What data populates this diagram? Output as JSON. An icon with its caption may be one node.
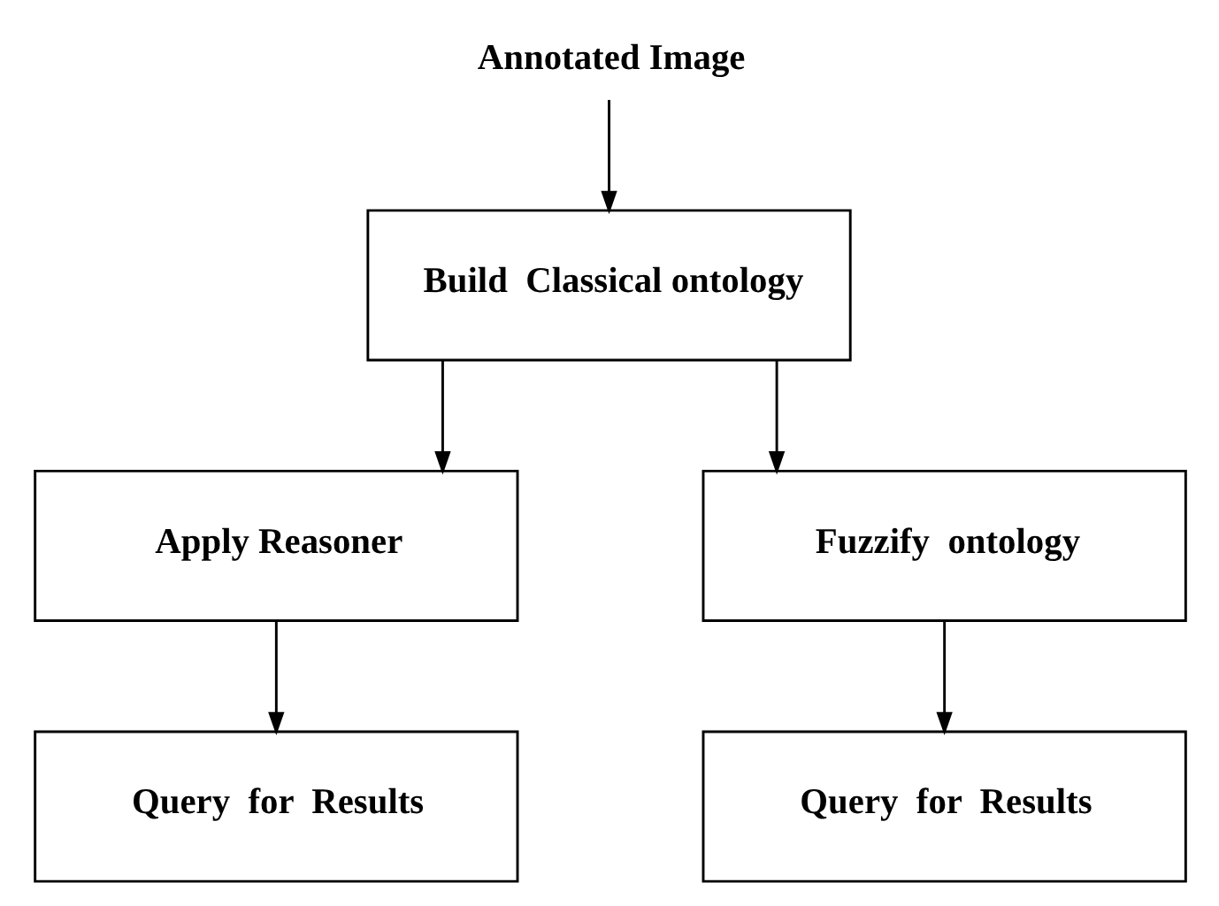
{
  "diagram": {
    "nodes": [
      {
        "text": [
          "Annotated Image"
        ]
      },
      {
        "text": [
          "Build  Classical ontology"
        ]
      },
      {
        "text": [
          "Apply Reasoner"
        ]
      },
      {
        "text": [
          "Fuzzify  ontology"
        ]
      },
      {
        "text": [
          "Query  for  Results"
        ]
      },
      {
        "text": [
          "Query  for  Results"
        ]
      }
    ],
    "edges": [
      {
        "from": 0,
        "to": 1,
        "arrow": "to"
      },
      {
        "from": 1,
        "to": 2,
        "arrow": "to"
      },
      {
        "from": 1,
        "to": 3,
        "arrow": "to"
      },
      {
        "from": 2,
        "to": 4,
        "arrow": "to"
      },
      {
        "from": 3,
        "to": 5,
        "arrow": "to"
      }
    ]
  }
}
